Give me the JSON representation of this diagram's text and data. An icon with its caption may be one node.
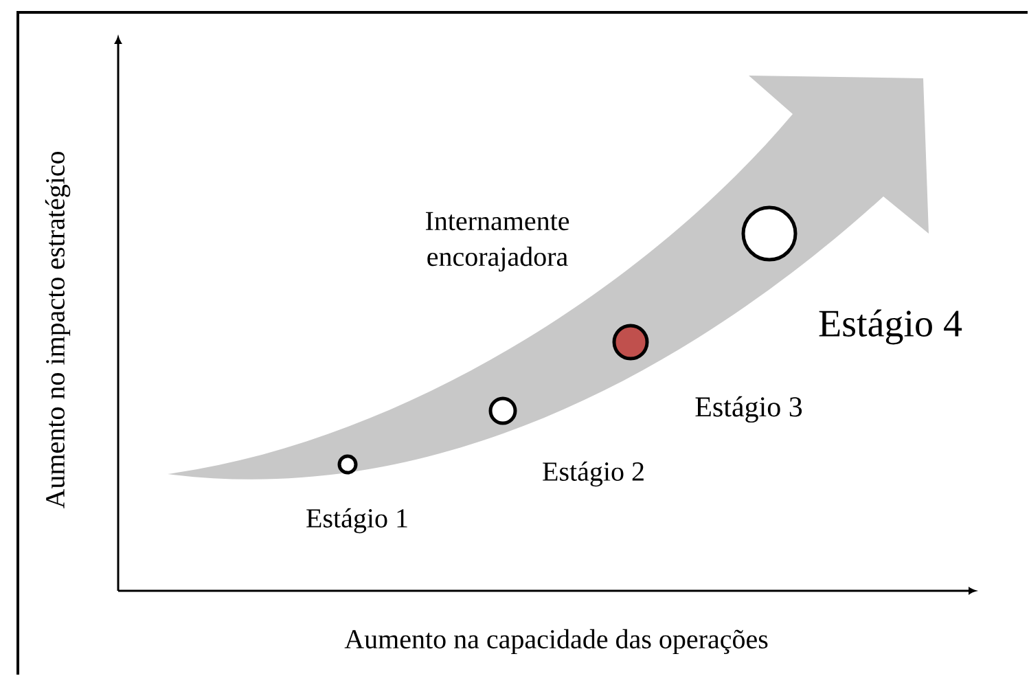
{
  "diagram": {
    "nodes": [
      {
        "text": [],
        "shape": "circle",
        "beside": [
          "Estágio 1"
        ]
      },
      {
        "text": [],
        "shape": "circle",
        "beside": [
          "Estágio 2"
        ]
      },
      {
        "text": [],
        "shape": "circle",
        "beside": [
          "Estágio 3"
        ]
      },
      {
        "text": [],
        "shape": "circle",
        "beside": [
          "Estágio 4"
        ]
      }
    ],
    "labels": [
      "Internamente encorajadora",
      "Aumento no impacto estratégico",
      "Aumento na capacidade das operações"
    ]
  }
}
